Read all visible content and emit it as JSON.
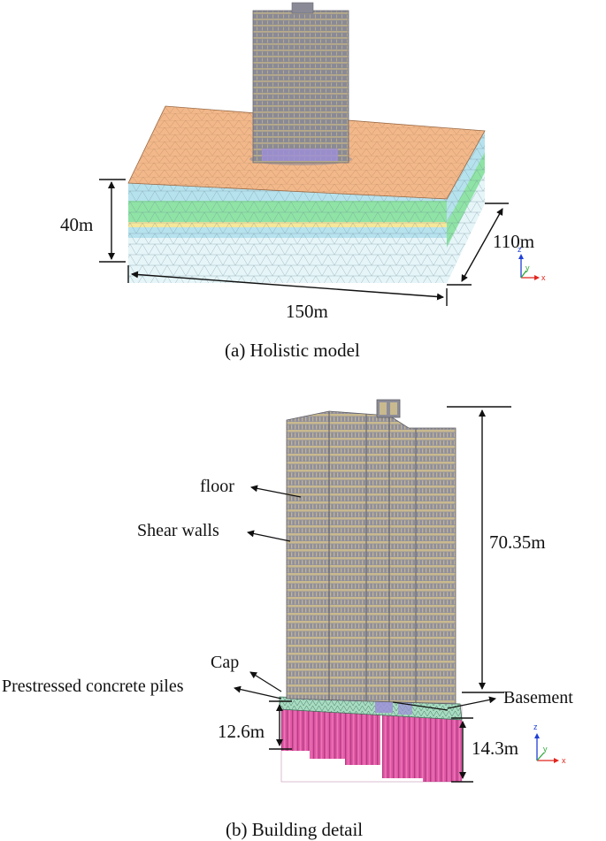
{
  "panel_a": {
    "dim_height": "40m",
    "dim_width": "150m",
    "dim_depth": "110m",
    "caption": "(a) Holistic model"
  },
  "panel_b": {
    "labels": {
      "floor": "floor",
      "shear_walls": "Shear walls",
      "cap": "Cap",
      "piles": "Prestressed concrete piles",
      "basement": "Basement"
    },
    "dim_building": "70.35m",
    "dim_pile_left": "12.6m",
    "dim_pile_right": "14.3m",
    "caption": "(b) Building detail"
  },
  "axes": {
    "z": "z",
    "y": "y",
    "x": "x"
  },
  "colors": {
    "surface": "#f2b88a",
    "layer_blue": "#b6e2ee",
    "layer_green": "#8fe3a5",
    "layer_yellow": "#f6e79a",
    "layer_bottom": "#e6f5f8",
    "building": "#8c8c98",
    "facade": "#c9b98e",
    "piles": "#e05aa6",
    "cap": "#a8dcc2",
    "axis_z": "#1f3fd6",
    "axis_y": "#2fa83a",
    "axis_x": "#e0261e"
  }
}
